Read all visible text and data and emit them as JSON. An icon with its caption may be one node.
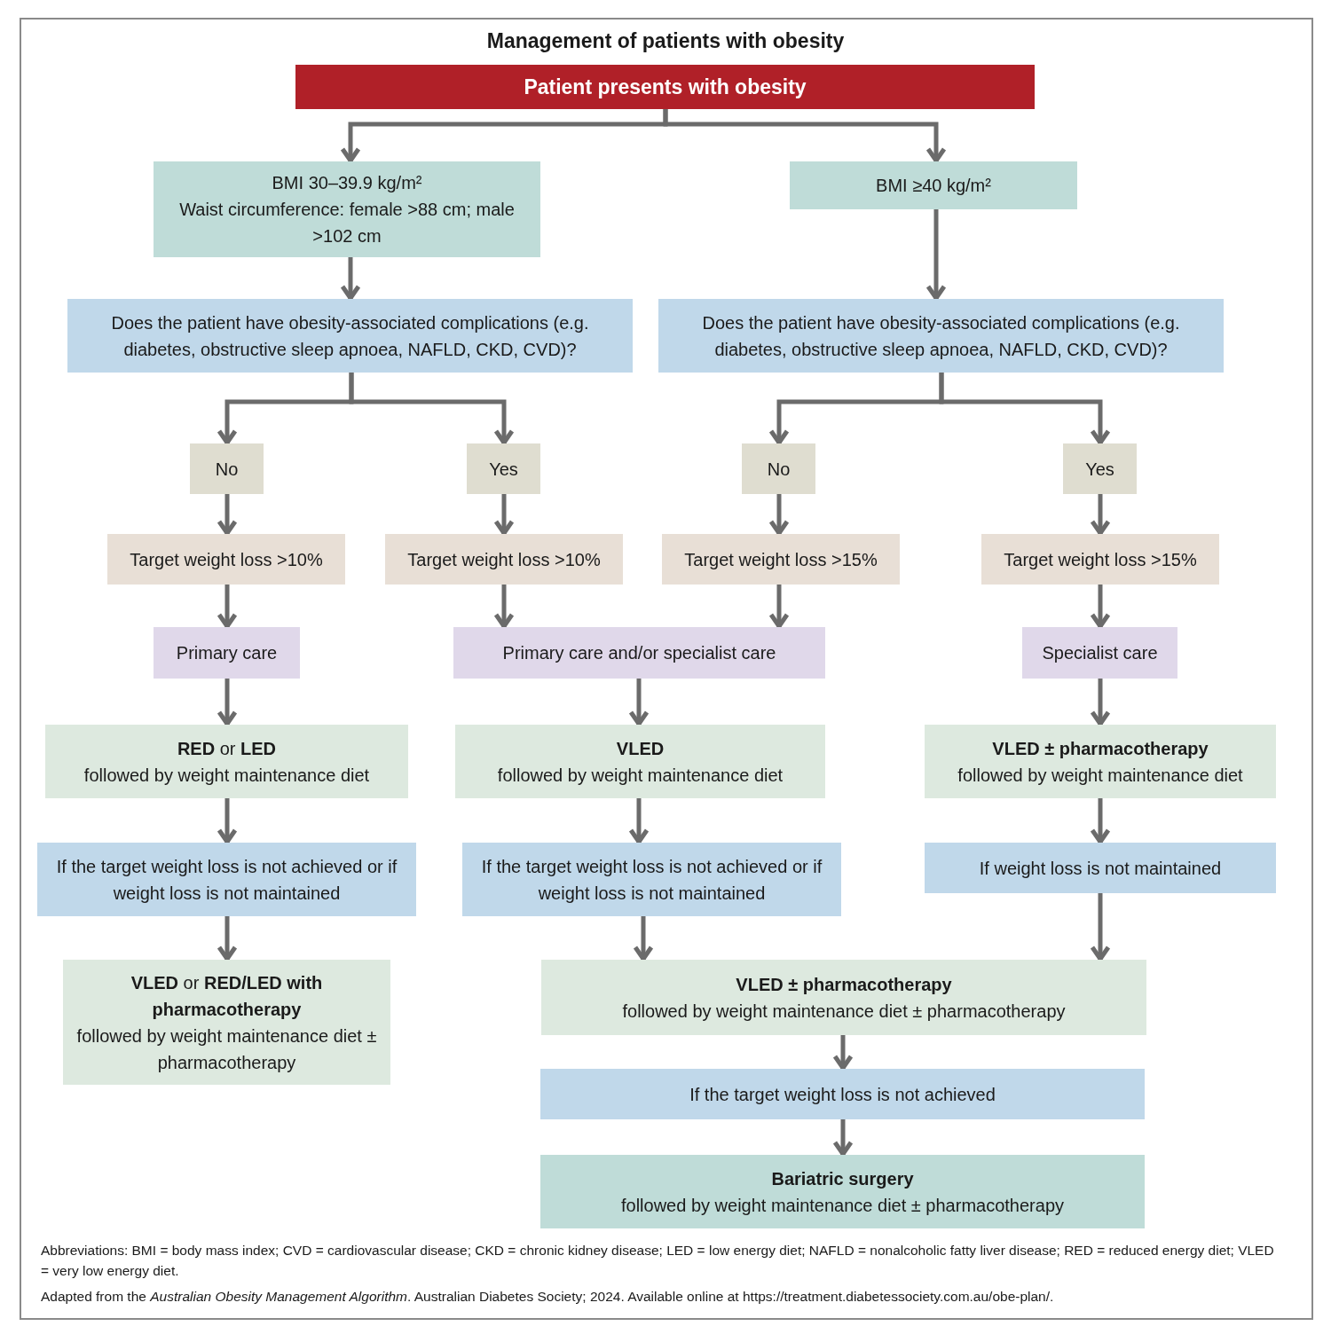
{
  "diagram": {
    "title": "Management of patients with obesity",
    "nodes": [
      {
        "text": [
          "Patient presents with obesity"
        ]
      },
      {
        "text": [
          "BMI 30–39.9 kg/m²",
          "Waist circumference: female >88 cm; male >102 cm"
        ]
      },
      {
        "text": [
          "BMI ≥40 kg/m²"
        ]
      },
      {
        "text": [
          "Does the patient have obesity-associated complications (e.g. diabetes, obstructive sleep apnoea, NAFLD, CKD, CVD)?"
        ]
      },
      {
        "text": [
          "Does the patient have obesity-associated complications (e.g. diabetes, obstructive sleep apnoea, NAFLD, CKD, CVD)?"
        ]
      },
      {
        "text": [
          "No"
        ]
      },
      {
        "text": [
          "Yes"
        ]
      },
      {
        "text": [
          "No"
        ]
      },
      {
        "text": [
          "Yes"
        ]
      },
      {
        "text": [
          "Target weight loss >10%"
        ]
      },
      {
        "text": [
          "Target weight loss >10%"
        ]
      },
      {
        "text": [
          "Target weight loss >15%"
        ]
      },
      {
        "text": [
          "Target weight loss >15%"
        ]
      },
      {
        "text": [
          "Primary care"
        ]
      },
      {
        "text": [
          "Primary care and/or specialist care"
        ]
      },
      {
        "text": [
          "Specialist care"
        ]
      },
      {
        "text": [
          "**RED** or **LED**",
          "followed by weight maintenance diet"
        ]
      },
      {
        "text": [
          "VLED",
          "followed by weight maintenance diet"
        ]
      },
      {
        "text": [
          "VLED ± pharmacotherapy",
          "followed by weight maintenance diet"
        ]
      },
      {
        "text": [
          "If the target weight loss is not achieved or if weight loss is not maintained"
        ]
      },
      {
        "text": [
          "If the target weight loss is not achieved or if weight loss is not maintained"
        ]
      },
      {
        "text": [
          "If weight loss is not maintained"
        ]
      },
      {
        "text": [
          "**VLED** or **RED/LED with pharmacotherapy**",
          "followed by weight maintenance diet ± pharmacotherapy"
        ]
      },
      {
        "text": [
          "VLED ± pharmacotherapy",
          "followed by weight maintenance diet ± pharmacotherapy"
        ]
      },
      {
        "text": [
          "If the target weight loss is not achieved"
        ]
      },
      {
        "text": [
          "Bariatric surgery",
          "followed by weight maintenance diet ± pharmacotherapy"
        ]
      }
    ],
    "edges": [
      {
        "from": 0,
        "to": 1,
        "arrow": "to"
      },
      {
        "from": 0,
        "to": 2,
        "arrow": "to"
      },
      {
        "from": 1,
        "to": 3,
        "arrow": "to"
      },
      {
        "from": 2,
        "to": 4,
        "arrow": "to"
      },
      {
        "from": 3,
        "to": 5,
        "arrow": "to"
      },
      {
        "from": 3,
        "to": 6,
        "arrow": "to"
      },
      {
        "from": 4,
        "to": 7,
        "arrow": "to"
      },
      {
        "from": 4,
        "to": 8,
        "arrow": "to"
      },
      {
        "from": 5,
        "to": 9,
        "arrow": "to"
      },
      {
        "from": 6,
        "to": 10,
        "arrow": "to"
      },
      {
        "from": 7,
        "to": 11,
        "arrow": "to"
      },
      {
        "from": 8,
        "to": 12,
        "arrow": "to"
      },
      {
        "from": 9,
        "to": 13,
        "arrow": "to"
      },
      {
        "from": 10,
        "to": 14,
        "arrow": "to"
      },
      {
        "from": 11,
        "to": 14,
        "arrow": "to"
      },
      {
        "from": 12,
        "to": 15,
        "arrow": "to"
      },
      {
        "from": 13,
        "to": 16,
        "arrow": "to"
      },
      {
        "from": 14,
        "to": 17,
        "arrow": "to"
      },
      {
        "from": 15,
        "to": 18,
        "arrow": "to"
      },
      {
        "from": 16,
        "to": 19,
        "arrow": "to"
      },
      {
        "from": 17,
        "to": 20,
        "arrow": "to"
      },
      {
        "from": 18,
        "to": 21,
        "arrow": "to"
      },
      {
        "from": 19,
        "to": 22,
        "arrow": "to"
      },
      {
        "from": 20,
        "to": 23,
        "arrow": "to"
      },
      {
        "from": 21,
        "to": 23,
        "arrow": "to"
      },
      {
        "from": 23,
        "to": 24,
        "arrow": "to"
      },
      {
        "from": 24,
        "to": 25,
        "arrow": "to"
      }
    ],
    "labels": [
      "Abbreviations: BMI = body mass index; CVD = cardiovascular disease; CKD = chronic kidney disease; LED = low energy diet; NAFLD = nonalcoholic fatty liver disease; RED = reduced energy diet; VLED = very low energy diet.",
      "Adapted from the *Australian Obesity Management Algorithm*. Australian Diabetes Society; 2024. Available online at https://treatment.diabetessociety.com.au/obe-plan/."
    ]
  }
}
